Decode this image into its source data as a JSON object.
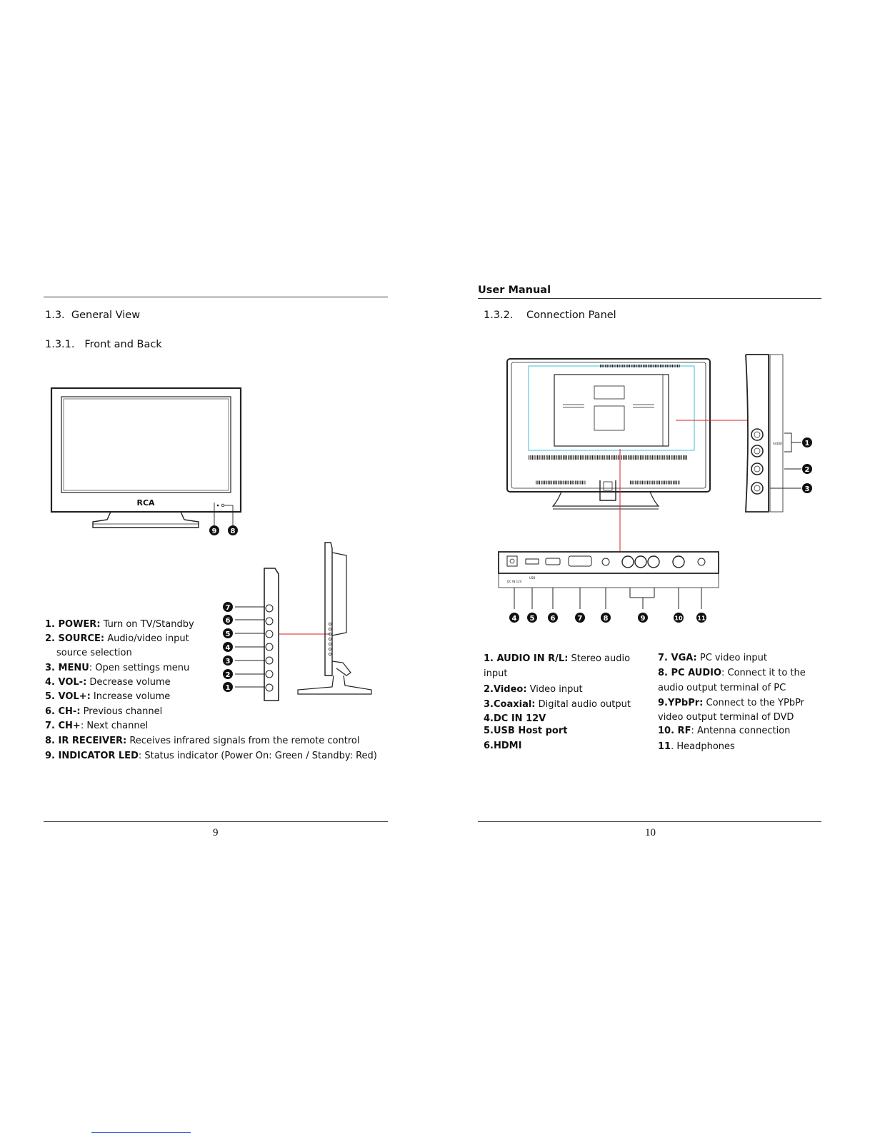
{
  "running_header": "User Manual",
  "left_page": {
    "section_title": "1.3.  General View",
    "subsection_title": "1.3.1.   Front and Back",
    "page_number": "9",
    "brand_logo": "RCA",
    "tv_callouts": [
      "9",
      "8"
    ],
    "side_callouts": [
      "7",
      "6",
      "5",
      "4",
      "3",
      "2",
      "1"
    ],
    "items": [
      {
        "label": "1. POWER:",
        "text": " Turn on TV/Standby"
      },
      {
        "label": "2. SOURCE:",
        "text": " Audio/video input"
      },
      {
        "label": "",
        "text": "source selection"
      },
      {
        "label": "3. MENU",
        "text": ": Open settings menu"
      },
      {
        "label": "4. VOL-:",
        "text": " Decrease volume"
      },
      {
        "label": "5. VOL+:",
        "text": " Increase volume"
      },
      {
        "label": "6. CH-:",
        "text": " Previous channel"
      },
      {
        "label": "7. CH+",
        "text": ": Next channel"
      },
      {
        "label": "8. IR RECEIVER:",
        "text": " Receives infrared signals from the remote control"
      },
      {
        "label": "9. INDICATOR LED",
        "text": ": Status indicator (Power On: Green / Standby: Red)"
      }
    ]
  },
  "right_page": {
    "subsection_title": "1.3.2.    Connection Panel",
    "page_number": "10",
    "side_panel_callouts": [
      "1",
      "2",
      "3"
    ],
    "side_panel_label": "AUDIO",
    "bottom_callouts": [
      "4",
      "5",
      "6",
      "7",
      "8",
      "9",
      "10",
      "11"
    ],
    "panel_labels": {
      "dc": "DC IN 12V",
      "usb": "USB"
    },
    "items_left": [
      {
        "label": "1. AUDIO IN R/L:",
        "text": "  Stereo audio"
      },
      {
        "label": "",
        "text": "input"
      },
      {
        "label": "2.Video:",
        "text": "  Video input"
      },
      {
        "label": "3.Coaxial:",
        "text": " Digital audio output"
      },
      {
        "label": "4.DC IN 12V",
        "text": ""
      },
      {
        "label": "5.USB Host port",
        "text": ""
      },
      {
        "label": "6.HDMI",
        "text": ""
      }
    ],
    "items_right": [
      {
        "label": "7. VGA:",
        "text": " PC video input"
      },
      {
        "label": "8. PC AUDIO",
        "text": ": Connect it to the"
      },
      {
        "label": "",
        "text": "audio output terminal of PC"
      },
      {
        "label": "9.YPbPr:",
        "text": "  Connect to the YPbPr"
      },
      {
        "label": "",
        "text": " video output terminal of DVD"
      },
      {
        "label": "10. RF",
        "text": ": Antenna connection"
      },
      {
        "label": "11",
        "text": ". Headphones"
      }
    ]
  }
}
